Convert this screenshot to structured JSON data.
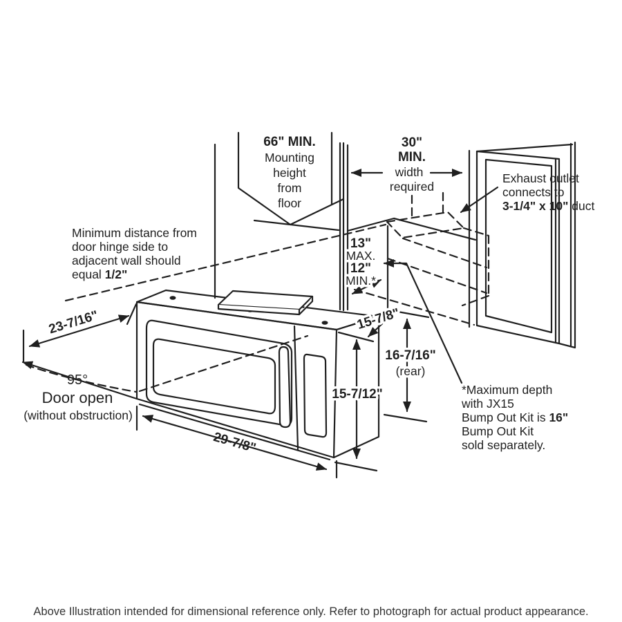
{
  "figure": {
    "mount": {
      "l1": "66\" MIN.",
      "l2": "Mounting",
      "l3": "height",
      "l4": "from",
      "l5": "floor"
    },
    "width": {
      "l1": "30\"",
      "l2": "MIN.",
      "l3": "width",
      "l4": "required"
    },
    "exhaust": {
      "l1": "Exhaust outlet",
      "l2": "connects to",
      "l3_bold": "3-1/4\" x 10\"",
      "l3_rest": " duct"
    },
    "mindist": {
      "l1": "Minimum distance from",
      "l2": "door hinge side to",
      "l3": "adjacent wall should",
      "l4_prefix": "equal ",
      "l4_bold": "1/2\""
    },
    "depth": {
      "v1": "13\"",
      "t1": "MAX.",
      "v2": "12\"",
      "t2": "MIN.*"
    },
    "dims": {
      "front_width": "29-7/8\"",
      "door_depth": "23-7/16\"",
      "top_depth": "15-7/8\"",
      "rear_height": "16-7/16\"",
      "rear_note": "(rear)",
      "front_height": "15-7/12\""
    },
    "door": {
      "angle": "95°",
      "open": "Door open",
      "note": "(without obstruction)"
    },
    "foot": {
      "l1": "*Maximum depth",
      "l2": "with JX15",
      "l3_prefix": "Bump Out Kit is ",
      "l3_bold": "16\"",
      "l4": "Bump Out Kit",
      "l5": "sold separately."
    }
  },
  "caption": "Above Illustration intended for dimensional reference only. Refer to photograph for actual product appearance.",
  "colors": {
    "line": "#1f1f1f",
    "caption": "#333333",
    "background": "#ffffff"
  }
}
